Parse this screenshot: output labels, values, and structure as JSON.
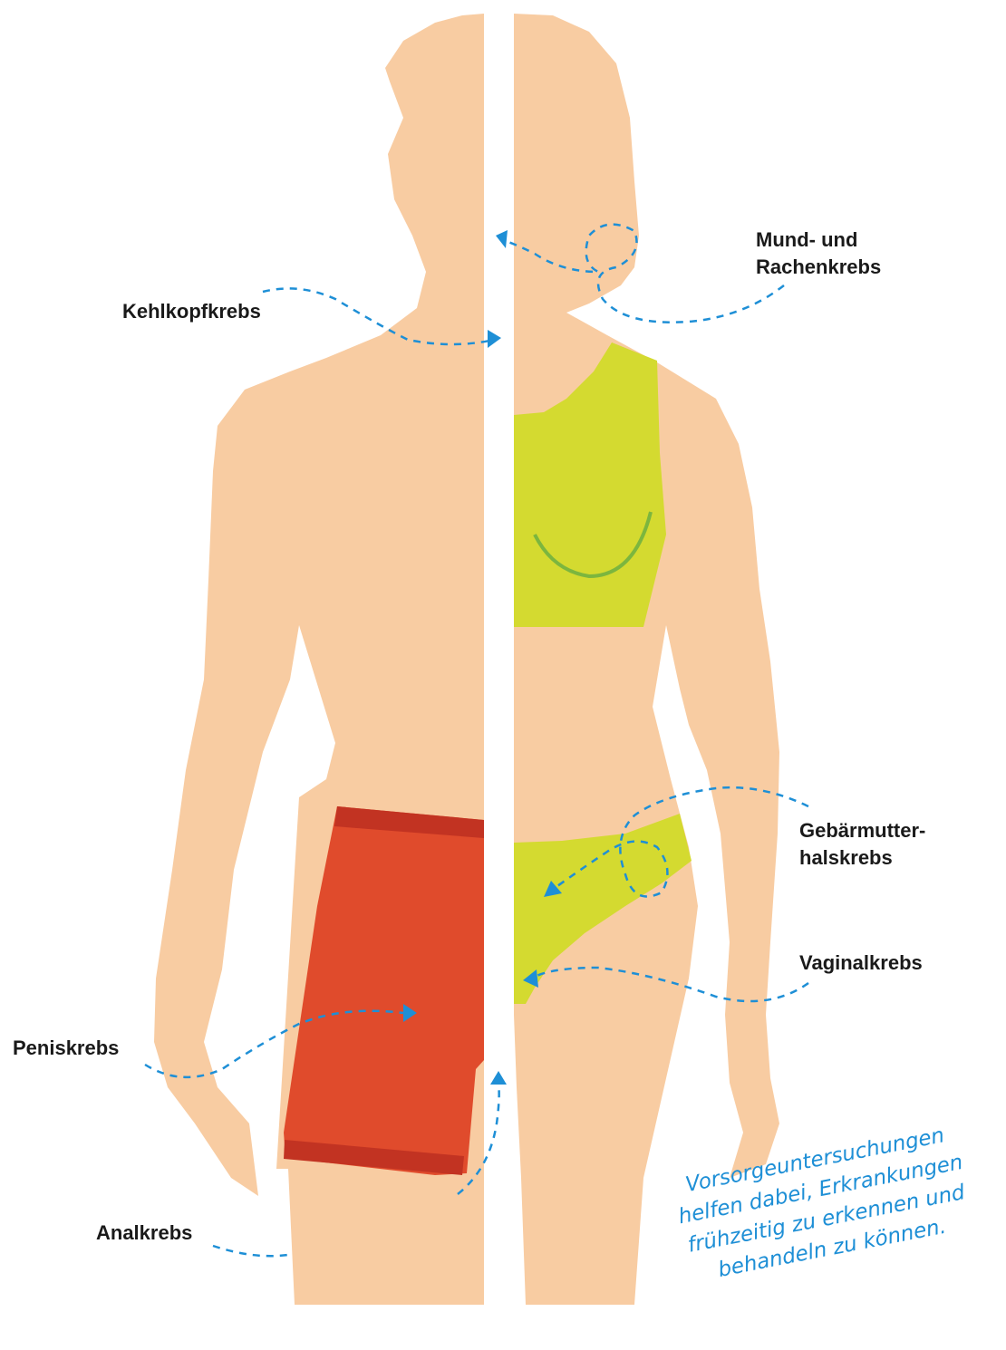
{
  "labels": {
    "kehlkopf": "Kehlkopfkrebs",
    "mund_line1": "Mund- und",
    "mund_line2": "Rachenkrebs",
    "gebaermutter_line1": "Gebärmutter-",
    "gebaermutter_line2": "halskrebs",
    "vaginal": "Vaginalkrebs",
    "penis": "Peniskrebs",
    "anal": "Analkrebs"
  },
  "note": {
    "line1": "Vorsorgeuntersuchungen",
    "line2": "helfen dabei, Erkrankungen",
    "line3": "frühzeitig zu erkennen und",
    "line4": "behandeln zu können."
  },
  "colors": {
    "skin": "#f8cca2",
    "bra": "#d4da30",
    "bra_seam": "#7cb63e",
    "shorts": "#e04b2c",
    "shorts_band": "#c23322",
    "arrow": "#1e8fd6",
    "note": "#1e8fd6"
  }
}
